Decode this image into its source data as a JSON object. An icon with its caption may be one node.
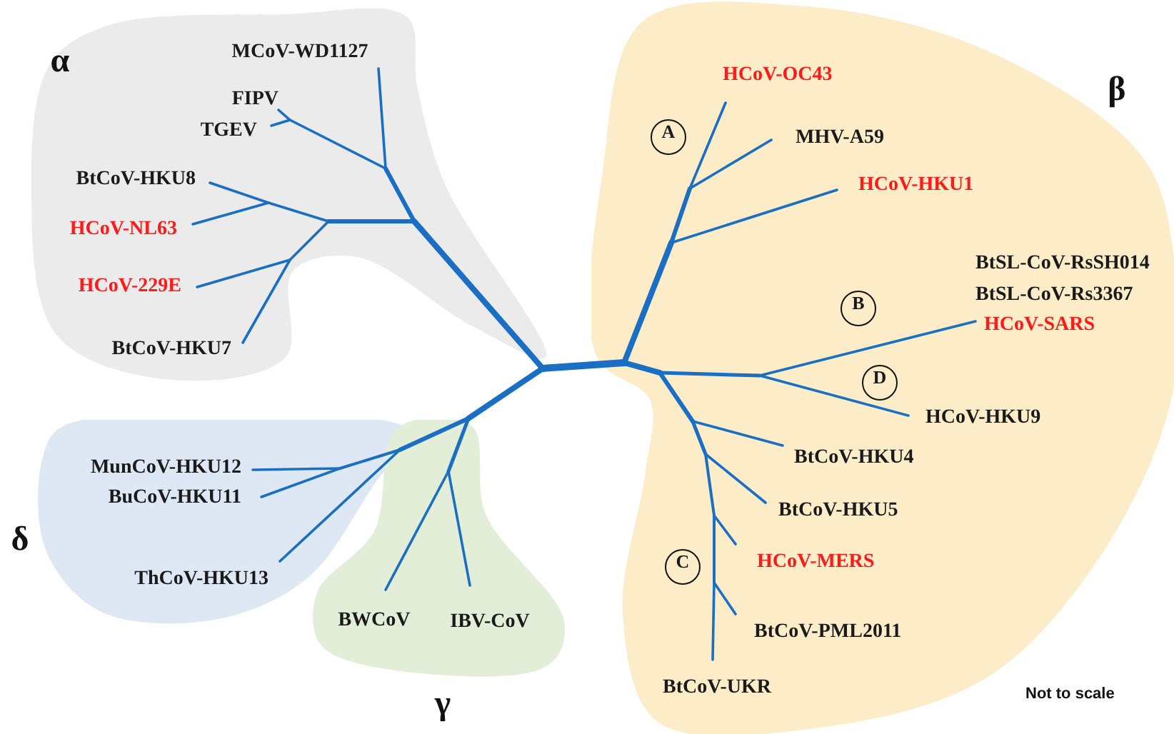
{
  "diagram": {
    "nodes": [
      {
        "text": [
          "α"
        ]
      },
      {
        "text": [
          "MCoV-WD1127"
        ],
        "in": 0
      },
      {
        "text": [
          "FIPV"
        ],
        "in": 0
      },
      {
        "text": [
          "TGEV"
        ],
        "in": 0
      },
      {
        "text": [
          "BtCoV-HKU8"
        ],
        "in": 0
      },
      {
        "text": [
          "HCoV-NL63"
        ],
        "in": 0
      },
      {
        "text": [
          "HCoV-229E"
        ],
        "in": 0
      },
      {
        "text": [
          "BtCoV-HKU7"
        ],
        "in": 0
      },
      {
        "text": [
          "β"
        ]
      },
      {
        "text": [
          "HCoV-OC43"
        ],
        "in": 8
      },
      {
        "text": [
          "A"
        ],
        "in": 8
      },
      {
        "text": [
          "MHV-A59"
        ],
        "in": 8
      },
      {
        "text": [
          "HCoV-HKU1"
        ],
        "in": 8
      },
      {
        "text": [
          "BtSL-CoV-RsSH014"
        ],
        "in": 8
      },
      {
        "text": [
          "BtSL-CoV-Rs3367"
        ],
        "in": 8
      },
      {
        "text": [
          "B"
        ],
        "in": 8
      },
      {
        "text": [
          "HCoV-SARS"
        ],
        "in": 8
      },
      {
        "text": [
          "D"
        ],
        "in": 8
      },
      {
        "text": [
          "HCoV-HKU9"
        ],
        "in": 8
      },
      {
        "text": [
          "BtCoV-HKU4"
        ],
        "in": 8
      },
      {
        "text": [
          "BtCoV-HKU5"
        ],
        "in": 8
      },
      {
        "text": [
          "C"
        ],
        "in": 8
      },
      {
        "text": [
          "HCoV-MERS"
        ],
        "in": 8
      },
      {
        "text": [
          "BtCoV-PML2011"
        ],
        "in": 8
      },
      {
        "text": [
          "BtCoV-UKR"
        ],
        "in": 8
      },
      {
        "text": [
          "δ"
        ]
      },
      {
        "text": [
          "MunCoV-HKU12"
        ],
        "in": 25
      },
      {
        "text": [
          "BuCoV-HKU11"
        ],
        "in": 25
      },
      {
        "text": [
          "ThCoV-HKU13"
        ],
        "in": 25
      },
      {
        "text": [
          "γ"
        ]
      },
      {
        "text": [
          "BWCoV"
        ],
        "in": 29
      },
      {
        "text": [
          "IBV-CoV"
        ],
        "in": 29
      }
    ],
    "labels": [
      "Not to scale"
    ]
  }
}
